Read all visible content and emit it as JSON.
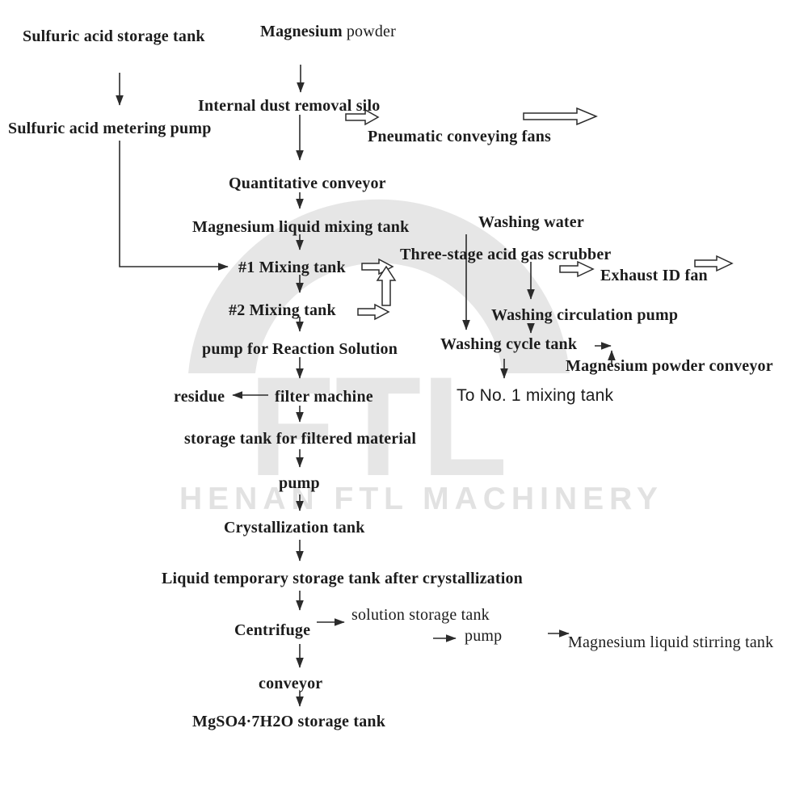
{
  "watermark": {
    "logo": "FTL",
    "company": "HENAN FTL MACHINERY"
  },
  "colors": {
    "text": "#1c1c1c",
    "arrow": "#2b2b2b",
    "watermark": "#e3e3e3"
  },
  "nodes": {
    "sulfuric_acid_storage_tank": "Sulfuric acid storage tank",
    "magnesium_powder_strong": "Magnesium",
    "magnesium_powder_normal": "powder",
    "internal_dust_removal_silo": "Internal dust removal silo",
    "sulfuric_acid_metering_pump": "Sulfuric acid metering pump",
    "pneumatic_conveying_fans": "Pneumatic conveying fans",
    "quantitative_conveyor": "Quantitative conveyor",
    "magnesium_liquid_mixing_tank": "Magnesium liquid mixing tank",
    "washing_water": "Washing water",
    "three_stage_acid_gas_scrubber": "Three-stage acid gas scrubber",
    "mixing_tank_1": "#1 Mixing tank",
    "exhaust_id_fan": "Exhaust ID fan",
    "mixing_tank_2": "#2 Mixing tank",
    "washing_circulation_pump": "Washing circulation pump",
    "pump_for_reaction_solution": "pump for Reaction Solution",
    "washing_cycle_tank": "Washing cycle tank",
    "magnesium_powder_conveyor": "Magnesium powder conveyor",
    "residue": "residue",
    "filter_machine": "filter machine",
    "to_no1_mixing_tank": "To No. 1 mixing tank",
    "storage_tank_for_filtered_material": "storage tank for filtered material",
    "pump_mid": "pump",
    "crystallization_tank": "Crystallization tank",
    "liquid_temp_storage_tank": "Liquid temporary storage tank after crystallization",
    "centrifuge": "Centrifuge",
    "solution_storage_tank": "solution storage tank",
    "pump_solution": "pump",
    "magnesium_liquid_stirring_tank": "Magnesium liquid stirring tank",
    "conveyor": "conveyor",
    "mgso4_storage_tank": "MgSO4·7H2O storage tank"
  }
}
